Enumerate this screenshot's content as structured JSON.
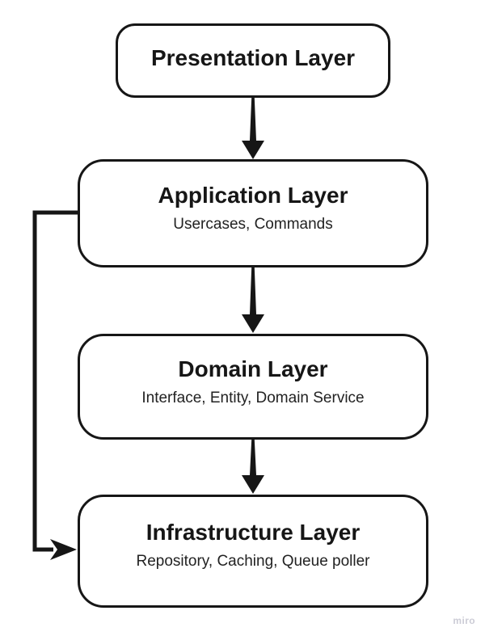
{
  "canvas": {
    "background": "#ffffff",
    "ink": "#161616"
  },
  "watermark": {
    "label": "miro",
    "color": "#ccccd6"
  },
  "diagram": {
    "type": "layered-architecture-flowchart",
    "nodes": [
      {
        "id": "presentation",
        "title": "Presentation Layer"
      },
      {
        "id": "application",
        "title": "Application Layer",
        "subtitle": "Usercases, Commands"
      },
      {
        "id": "domain",
        "title": "Domain Layer",
        "subtitle": "Interface, Entity, Domain Service"
      },
      {
        "id": "infrastructure",
        "title": "Infrastructure Layer",
        "subtitle": "Repository, Caching, Queue poller"
      }
    ],
    "edges": [
      {
        "from": "presentation",
        "to": "application",
        "style": "tapered-arrow-down"
      },
      {
        "from": "application",
        "to": "domain",
        "style": "tapered-arrow-down"
      },
      {
        "from": "domain",
        "to": "infrastructure",
        "style": "tapered-arrow-down"
      },
      {
        "from": "application",
        "to": "infrastructure",
        "style": "left-side-bypass-arrow"
      }
    ]
  }
}
